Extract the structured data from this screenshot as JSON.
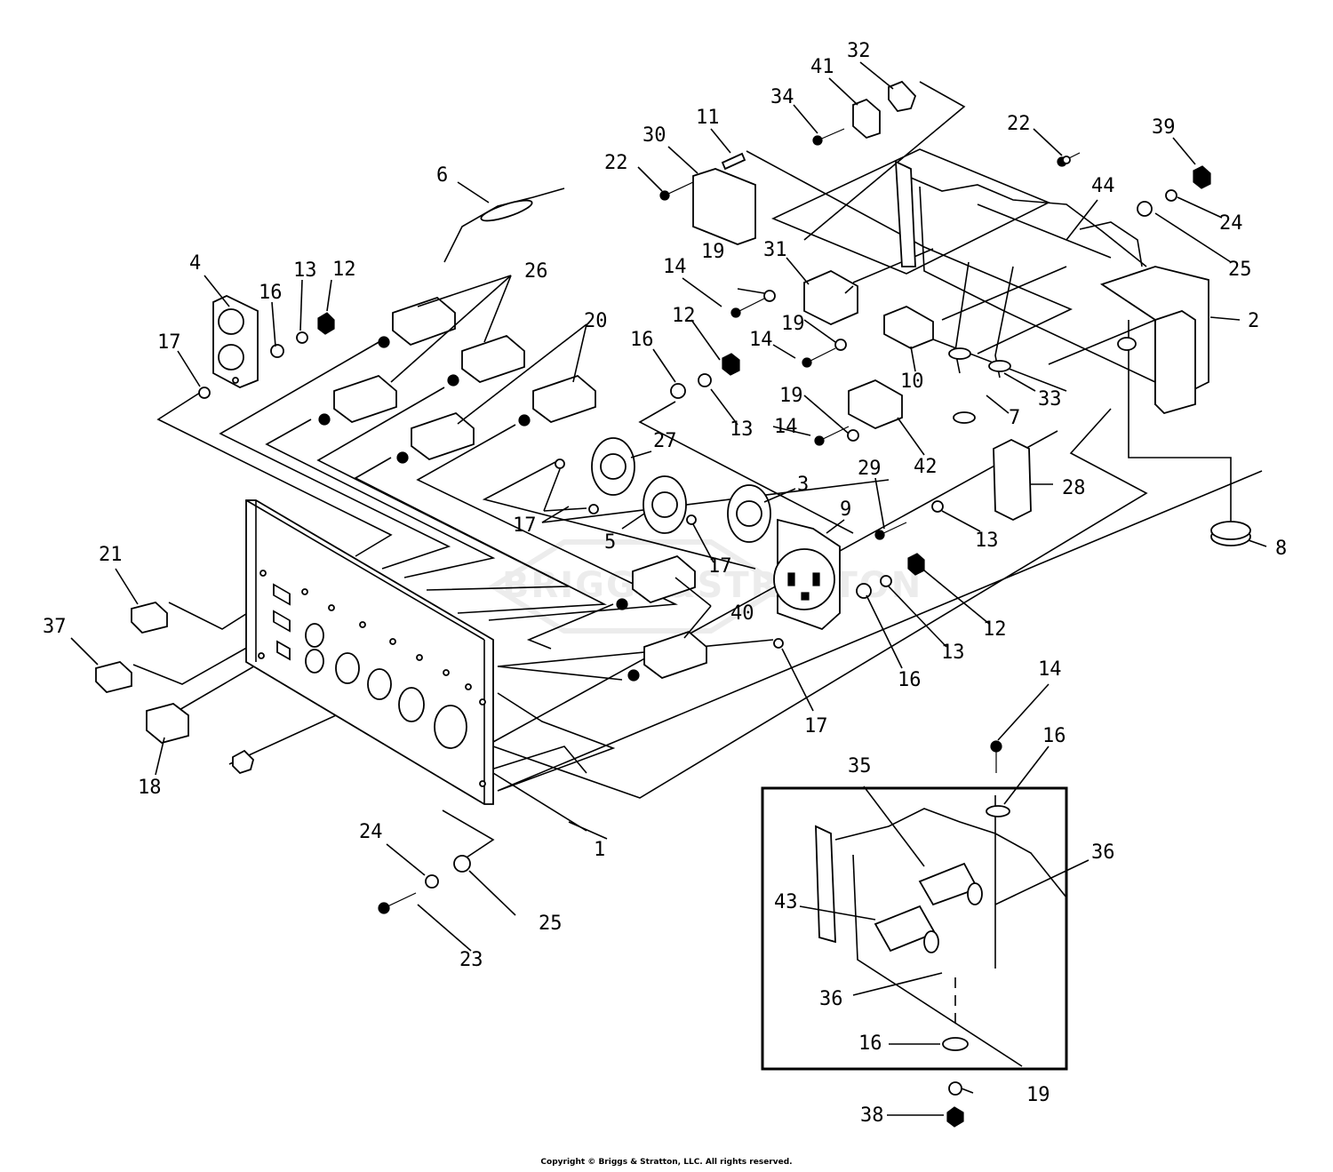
{
  "watermark": "BRIGGS&STRATTON",
  "copyright": "Copyright © Briggs & Stratton, LLC. All rights reserved.",
  "callouts": {
    "c1": "1",
    "c2": "2",
    "c3": "3",
    "c4": "4",
    "c5": "5",
    "c6": "6",
    "c7": "7",
    "c8": "8",
    "c9": "9",
    "c10": "10",
    "c11": "11",
    "c12a": "12",
    "c12b": "12",
    "c12c": "12",
    "c13a": "13",
    "c13b": "13",
    "c13c": "13",
    "c13d": "13",
    "c14a": "14",
    "c14b": "14",
    "c14c": "14",
    "c14d": "14",
    "c16a": "16",
    "c16b": "16",
    "c16c": "16",
    "c16d": "16",
    "c16e": "16",
    "c17a": "17",
    "c17b": "17",
    "c17c": "17",
    "c17d": "17",
    "c18": "18",
    "c19a": "19",
    "c19b": "19",
    "c19c": "19",
    "c19d": "19",
    "c20": "20",
    "c21": "21",
    "c22a": "22",
    "c22b": "22",
    "c23": "23",
    "c24a": "24",
    "c24b": "24",
    "c25a": "25",
    "c25b": "25",
    "c26": "26",
    "c27": "27",
    "c28": "28",
    "c29": "29",
    "c30": "30",
    "c31": "31",
    "c32": "32",
    "c33": "33",
    "c34": "34",
    "c35": "35",
    "c36a": "36",
    "c36b": "36",
    "c37": "37",
    "c38": "38",
    "c39": "39",
    "c40": "40",
    "c41": "41",
    "c42": "42",
    "c43": "43",
    "c44": "44"
  }
}
